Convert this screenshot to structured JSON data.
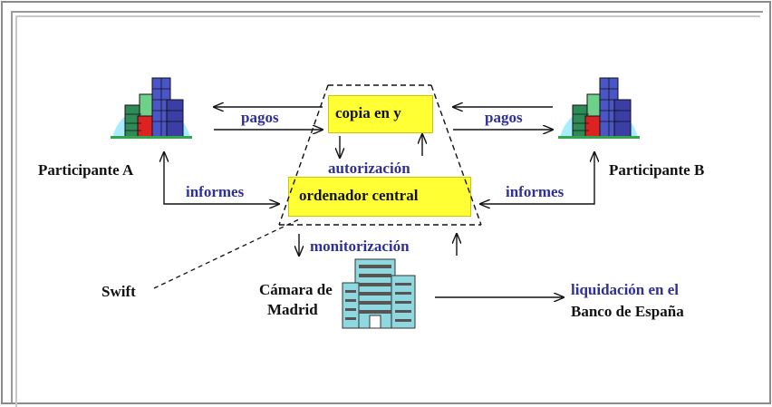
{
  "nodes": {
    "participant_a": "Participante A",
    "participant_b": "Participante B",
    "copia": "copia en y",
    "ordenador": "ordenador central",
    "swift": "Swift",
    "camara_line1": "Cámara de",
    "camara_line2": "Madrid",
    "liquidacion_line1": "liquidación en el",
    "liquidacion_line2": "Banco de España"
  },
  "edges": {
    "pagos_left": "pagos",
    "pagos_right": "pagos",
    "informes_left": "informes",
    "informes_right": "informes",
    "autorizacion": "autorización",
    "monitorizacion": "monitorización"
  },
  "icons": {
    "participant": "office-buildings-icon",
    "camara": "office-tower-icon"
  },
  "colors": {
    "box_fill": "#ffff33",
    "edge_label": "#2f2f9a",
    "node_label": "#111111"
  }
}
